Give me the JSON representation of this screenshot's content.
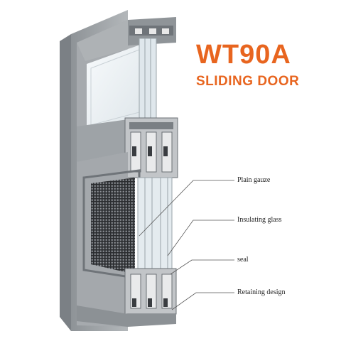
{
  "colors": {
    "accent": "#e8651f",
    "frame": "#9aa0a4",
    "frame_dark": "#5d6267",
    "glass": "#eef3f6",
    "text": "#222222"
  },
  "header": {
    "title": "WT90A",
    "subtitle": "SLIDING DOOR"
  },
  "callouts": [
    {
      "label": "Plain gauze",
      "icon": "gauze-pointer-icon"
    },
    {
      "label": "Insulating glass",
      "icon": "glass-pointer-icon"
    },
    {
      "label": "seal",
      "icon": "seal-pointer-icon"
    },
    {
      "label": "Retaining design",
      "icon": "retaining-pointer-icon"
    }
  ]
}
